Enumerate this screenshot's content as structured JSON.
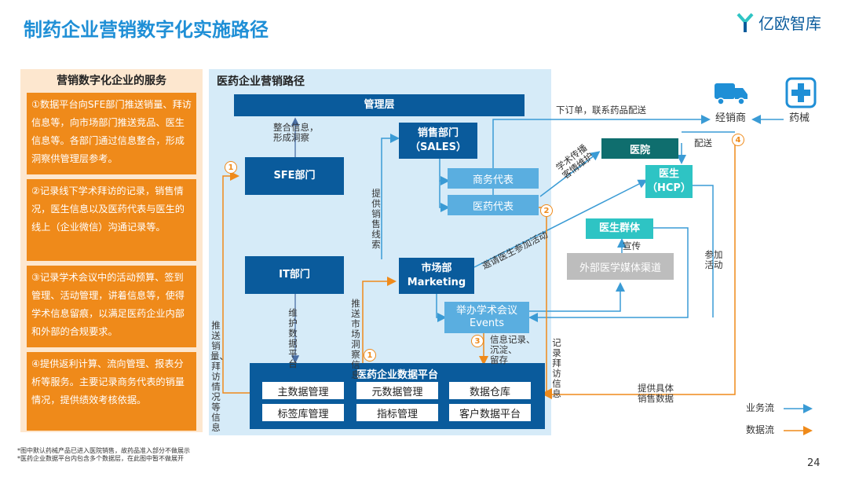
{
  "title": "制药企业营销数字化实施路径",
  "logo_text": "亿欧智库",
  "left_panel": {
    "title": "营销数字化企业的服务",
    "items": [
      "①数据平台向SFE部门推送销量、拜访信息等，向市场部门推送竞品、医生信息等。各部门通过信息整合，形成洞察供管理层参考。",
      "②记录线下学术拜访的记录，销售情况，医生信息以及医药代表与医生的线上（企业微信）沟通记录等。",
      "③记录学术会议中的活动预算、签到管理、活动管理，讲着信息等，使得学术信息留痕，以满足医药企业内部和外部的合规要求。",
      "④提供返利计算、流向管理、报表分析等服务。主要记录商务代表的销量情况，提供绩效考核依据。"
    ]
  },
  "main_panel": {
    "title": "医药企业营销路径",
    "mgmt": "管理层",
    "sfe": "SFE部门",
    "it": "IT部门",
    "sales_line1": "销售部门",
    "sales_line2": "（SALES）",
    "biz_rep": "商务代表",
    "med_rep": "医药代表",
    "mkt_line1": "市场部",
    "mkt_line2": "Marketing",
    "events_line1": "举办学术会议",
    "events_line2": "Events",
    "platform": "医药企业数据平台",
    "platform_items": [
      "主数据管理",
      "元数据管理",
      "数据仓库",
      "标签库管理",
      "指标管理",
      "客户数据平台"
    ]
  },
  "right": {
    "hospital": "医院",
    "doctor_line1": "医生",
    "doctor_line2": "（HCP）",
    "doctor_group": "医生群体",
    "media": "外部医学媒体渠道",
    "distributor": "经销商",
    "device": "药械"
  },
  "labels": {
    "insight": [
      "整合信息，",
      "形成洞察"
    ],
    "sales_leads": "提供销售线索",
    "it_maintain": "维护数据平台",
    "push_mkt": "推送市场洞察信息",
    "push_sfe": "推送销量、拜访情况等信息",
    "info_record": [
      "信息记录、",
      "沉淀、",
      "留存"
    ],
    "record_visit": "记录拜访信息",
    "provide_sales": [
      "提供具体",
      "销售数据"
    ],
    "order": "下订单，联系药品配送",
    "deliver": "配送",
    "academic": [
      "学术传播",
      "客情维护"
    ],
    "invite": "邀请医生参加活动",
    "promote": "宣传",
    "join": "参加活动"
  },
  "legend": {
    "business": "业务流",
    "data": "数据流"
  },
  "colors": {
    "business": "#3a9bd5",
    "data": "#ef8a1a",
    "dark": "#0a5b9c"
  },
  "footnotes": [
    "*图中默认药械产品已进入医院销售，故药品准入部分不做展示",
    "*医药企业数据平台内包含多个数据层，在此图中暂不做展开"
  ],
  "page_number": "24",
  "circles": [
    "1",
    "1",
    "2",
    "3",
    "4"
  ]
}
